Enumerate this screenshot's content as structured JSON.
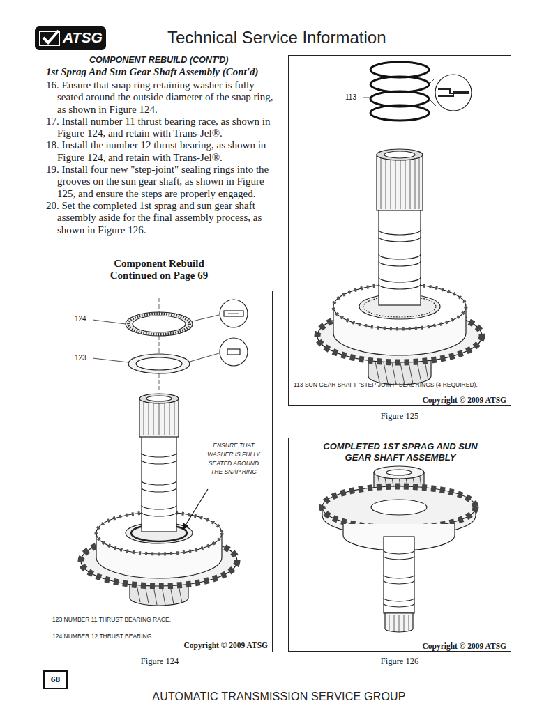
{
  "diagram": {
    "title": "Technical Service Information",
    "caption": "AUTOMATIC TRANSMISSION SERVICE GROUP",
    "nodes": [
      {
        "text": [
          "ATSG"
        ]
      },
      {
        "text": [
          "113 SUN GEAR SHAFT \"STEP-JOINT\" SEAL RINGS (4 REQUIRED).",
          "Copyright © 2009 ATSG",
          "Figure 125"
        ]
      },
      {
        "text": [
          "ENSURE THAT WASHER IS FULLY SEATED AROUND THE SNAP RING",
          "123 NUMBER 11 THRUST BEARING RACE.",
          "124 NUMBER 12 THRUST BEARING.",
          "Copyright © 2009 ATSG",
          "Figure 124"
        ]
      },
      {
        "text": [
          "COMPLETED 1ST SPRAG AND SUN GEAR SHAFT ASSEMBLY",
          "Copyright © 2009 ATSG",
          "Figure 126"
        ]
      },
      {
        "text": [
          "68"
        ]
      }
    ],
    "labels": [
      "COMPONENT REBUILD (CONT'D)",
      "1st Sprag And Sun Gear Shaft Assembly (Cont'd)",
      "16. Ensure that snap ring retaining washer is fully seated around the outside diameter of the snap ring, as shown in Figure 124.",
      "17. Install number 11 thrust bearing race, as shown in Figure 124, and retain with Trans-Jel®.",
      "18. Install the number 12 thrust bearing, as shown in Figure 124, and retain with Trans-Jel®.",
      "19. Install four new \"step-joint\" sealing rings into the grooves on the sun gear shaft, as shown in Figure 125, and ensure the steps are properly engaged.",
      "20. Set the completed 1st sprag and sun gear shaft assembly aside for the final assembly process, as shown in Figure 126.",
      "Component Rebuild Continued on Page 69",
      "113",
      "124",
      "123"
    ]
  }
}
